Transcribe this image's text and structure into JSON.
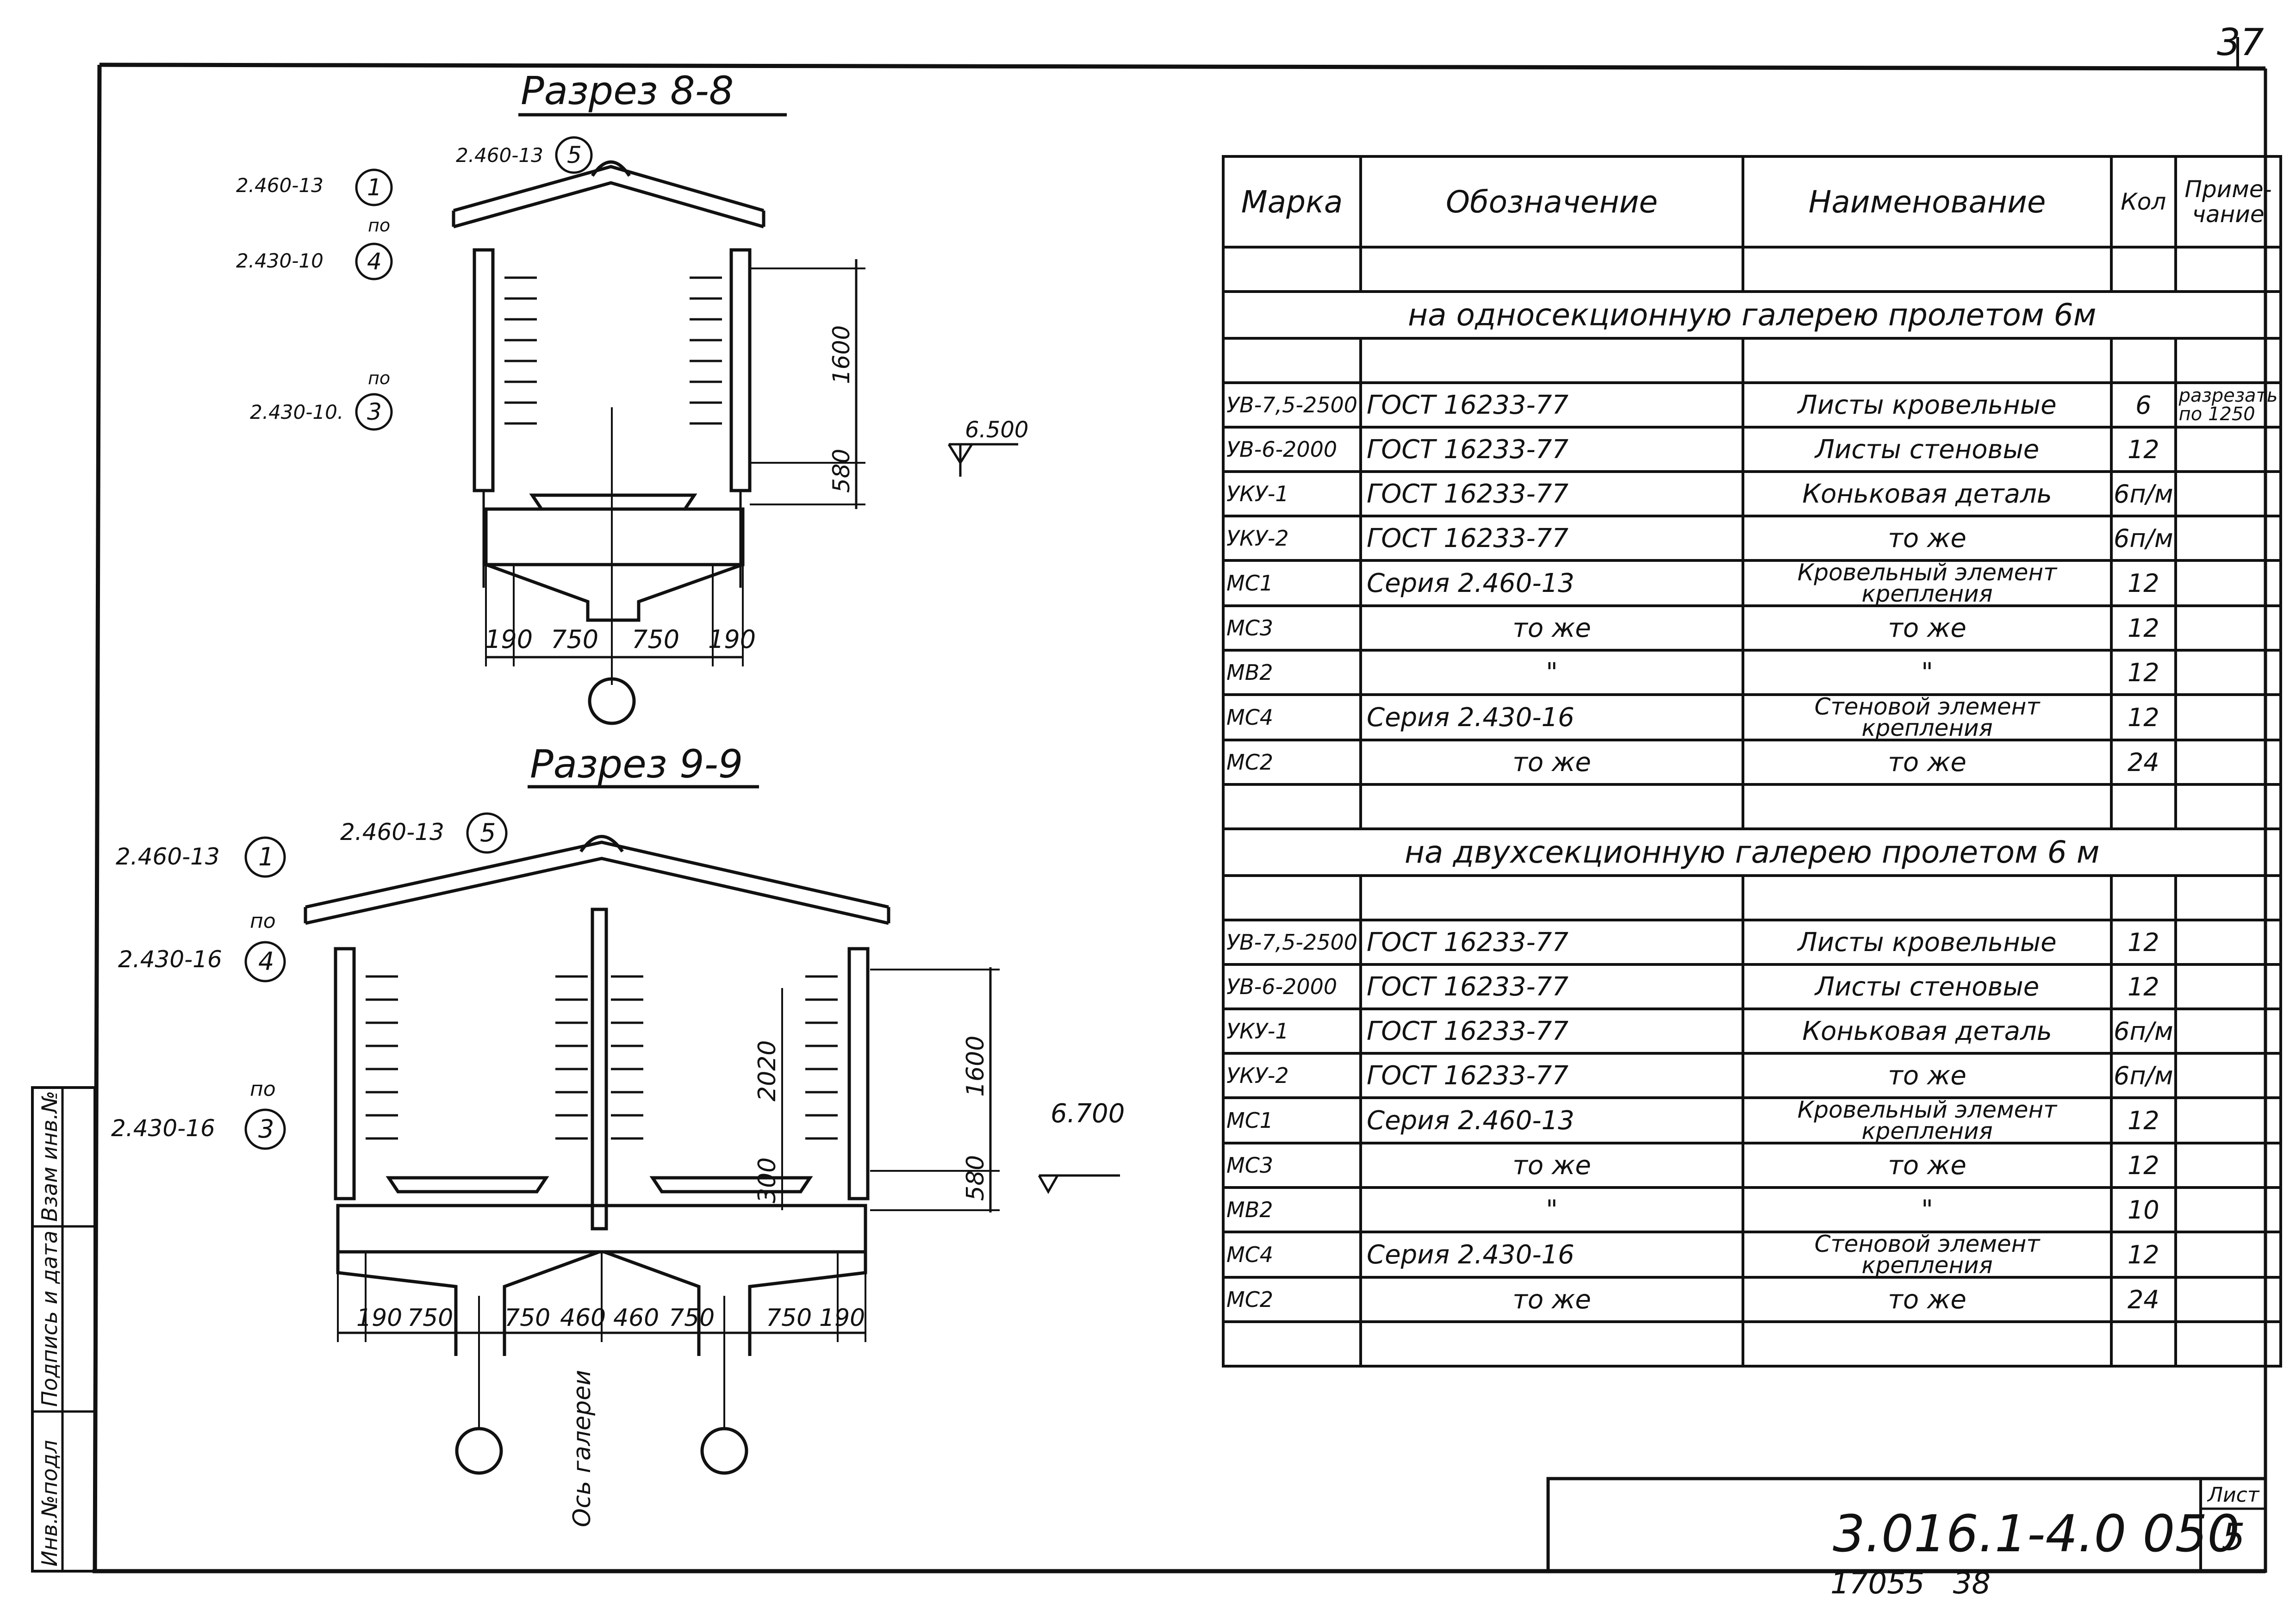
{
  "page_number_top": "37",
  "section_8": {
    "title": "Разрез 8-8",
    "refs": [
      "2.460-13",
      "2.460-13",
      "2.430-10",
      "2.430-10."
    ],
    "ref_circles": [
      "5",
      "1",
      "4",
      "3"
    ],
    "po": "по",
    "dims_bottom": [
      "190",
      "750",
      "750",
      "190"
    ],
    "dims_side": [
      "1600",
      "580"
    ],
    "level": "6.500"
  },
  "section_9": {
    "title": "Разрез 9-9",
    "refs": [
      "2.460-13",
      "2.460-13",
      "2.430-16",
      "2.430-16"
    ],
    "ref_circles": [
      "5",
      "1",
      "4",
      "3"
    ],
    "po": "по",
    "dims_bottom": [
      "190",
      "750",
      "750",
      "460",
      "460",
      "750",
      "750",
      "190"
    ],
    "dims_side": [
      "1600",
      "580",
      "2020",
      "300"
    ],
    "level": "6.700",
    "axis_label": "Ось галереи"
  },
  "table": {
    "headers": {
      "mark": "Марка",
      "designation": "Обозначение",
      "name": "Наименование",
      "qty": "Кол",
      "note": "Приме-чание"
    },
    "section1_title": "на односекционную галерею пролетом 6м",
    "section1_rows": [
      {
        "mark": "УВ-7,5-2500",
        "desig": "ГОСТ 16233-77",
        "name": "Листы кровельные",
        "qty": "6",
        "note": "разрезать по 1250"
      },
      {
        "mark": "УВ-6-2000",
        "desig": "ГОСТ 16233-77",
        "name": "Листы стеновые",
        "qty": "12",
        "note": ""
      },
      {
        "mark": "УКУ-1",
        "desig": "ГОСТ 16233-77",
        "name": "Коньковая деталь",
        "qty": "6п/м",
        "note": ""
      },
      {
        "mark": "УКУ-2",
        "desig": "ГОСТ 16233-77",
        "name": "то же",
        "qty": "6п/м",
        "note": ""
      },
      {
        "mark": "МС1",
        "desig": "Серия 2.460-13",
        "name": "Кровельный элемент крепления",
        "qty": "12",
        "note": ""
      },
      {
        "mark": "МС3",
        "desig": "то же",
        "name": "то же",
        "qty": "12",
        "note": ""
      },
      {
        "mark": "МВ2",
        "desig": "\"",
        "name": "\"",
        "qty": "12",
        "note": ""
      },
      {
        "mark": "МС4",
        "desig": "Серия 2.430-16",
        "name": "Стеновой элемент крепления",
        "qty": "12",
        "note": ""
      },
      {
        "mark": "МС2",
        "desig": "то же",
        "name": "то же",
        "qty": "24",
        "note": ""
      }
    ],
    "section2_title": "на двухсекционную галерею пролетом 6 м",
    "section2_rows": [
      {
        "mark": "УВ-7,5-2500",
        "desig": "ГОСТ 16233-77",
        "name": "Листы кровельные",
        "qty": "12",
        "note": ""
      },
      {
        "mark": "УВ-6-2000",
        "desig": "ГОСТ 16233-77",
        "name": "Листы стеновые",
        "qty": "12",
        "note": ""
      },
      {
        "mark": "УКУ-1",
        "desig": "ГОСТ 16233-77",
        "name": "Коньковая деталь",
        "qty": "6п/м",
        "note": ""
      },
      {
        "mark": "УКУ-2",
        "desig": "ГОСТ 16233-77",
        "name": "то же",
        "qty": "6п/м",
        "note": ""
      },
      {
        "mark": "МС1",
        "desig": "Серия 2.460-13",
        "name": "Кровельный элемент крепления",
        "qty": "12",
        "note": ""
      },
      {
        "mark": "МС3",
        "desig": "то же",
        "name": "то же",
        "qty": "12",
        "note": ""
      },
      {
        "mark": "МВ2",
        "desig": "\"",
        "name": "\"",
        "qty": "10",
        "note": ""
      },
      {
        "mark": "МС4",
        "desig": "Серия 2.430-16",
        "name": "Стеновой элемент крепления",
        "qty": "12",
        "note": ""
      },
      {
        "mark": "МС2",
        "desig": "то же",
        "name": "то же",
        "qty": "24",
        "note": ""
      }
    ]
  },
  "stamp": {
    "code": "3.016.1-4.0 050",
    "sheet_label": "Лист",
    "sheet_number": "5",
    "below": "17055   38"
  },
  "side_columns": [
    "Инв.№подл",
    "Подпись и дата",
    "Взам инв.№"
  ]
}
